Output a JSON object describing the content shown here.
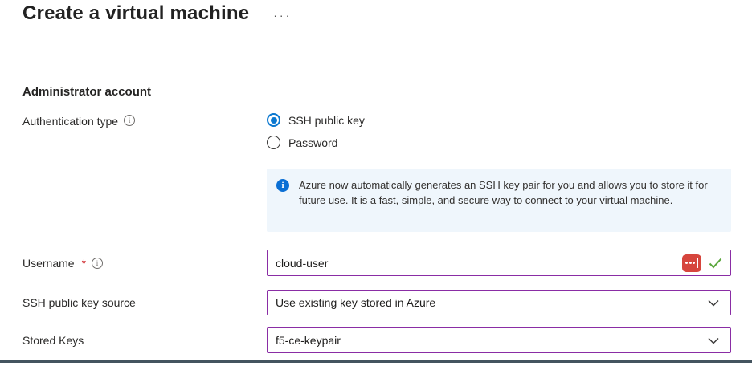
{
  "header": {
    "title": "Create a virtual machine",
    "ellipsis": "···"
  },
  "section": {
    "heading": "Administrator account"
  },
  "auth_type": {
    "label": "Authentication type",
    "info_icon": "i",
    "options": [
      {
        "label": "SSH public key",
        "selected": true
      },
      {
        "label": "Password",
        "selected": false
      }
    ]
  },
  "info_banner": {
    "icon": "i",
    "text": "Azure now automatically generates an SSH key pair for you and allows you to store it for future use. It is a fast, simple, and secure way to connect to your virtual machine."
  },
  "username": {
    "label": "Username",
    "required_mark": "*",
    "info_icon": "i",
    "value": "cloud-user"
  },
  "ssh_source": {
    "label": "SSH public key source",
    "value": "Use existing key stored in Azure"
  },
  "stored_keys": {
    "label": "Stored Keys",
    "value": "f5-ce-keypair"
  },
  "colors": {
    "accent_blue": "#0b78d0",
    "edited_input_border": "#8a2da5",
    "info_banner_bg": "#eff6fc",
    "valid_green": "#5aa63c",
    "password_manager_red": "#d6453d",
    "required_red": "#d13438",
    "bottom_bar": "#44545f"
  }
}
